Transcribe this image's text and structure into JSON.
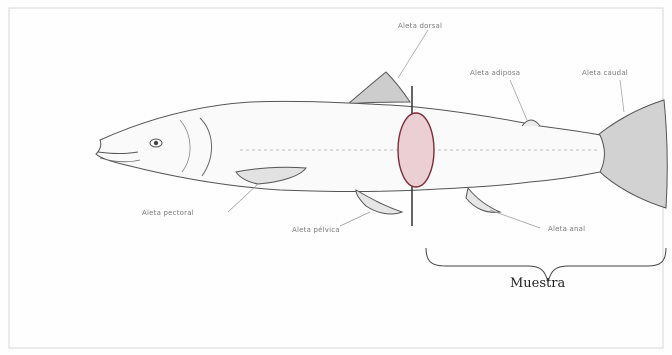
{
  "labels": {
    "dorsal": "Aleta dorsal",
    "adiposa": "Aleta adiposa",
    "caudal": "Aleta caudal",
    "pectoral": "Aleta pectoral",
    "pelvica": "Aleta pélvica",
    "anal": "Aleta anal",
    "muestra": "Muestra"
  },
  "colors": {
    "outline": "#555555",
    "fin_fill": "#cdcdcd",
    "section_fill": "#eccfd3",
    "section_stroke": "#7a2e3b",
    "frame": "#d6d6d6"
  }
}
